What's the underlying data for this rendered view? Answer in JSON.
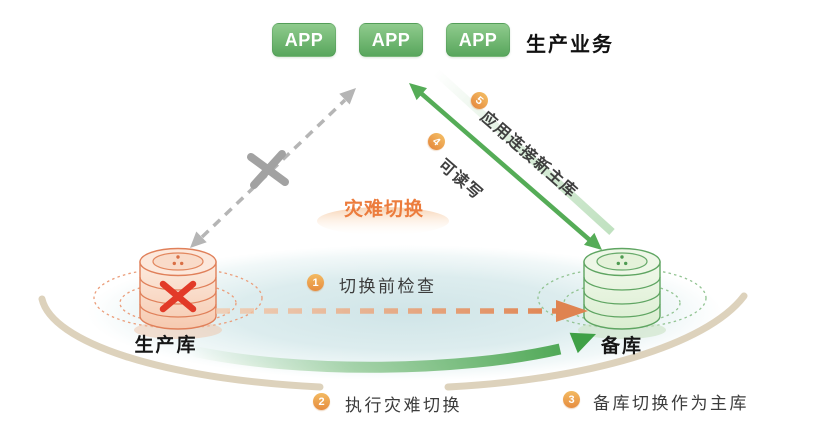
{
  "diagram": {
    "center_title": "灾难切换",
    "apps": [
      {
        "label": "APP"
      },
      {
        "label": "APP"
      },
      {
        "label": "APP"
      }
    ],
    "business_label": "生产业务",
    "databases": {
      "production": {
        "label": "生产库"
      },
      "standby": {
        "label": "备库"
      }
    },
    "steps": [
      {
        "num": "1",
        "label": "切换前检查"
      },
      {
        "num": "2",
        "label": "执行灾难切换"
      },
      {
        "num": "3",
        "label": "备库切换作为主库"
      },
      {
        "num": "4",
        "label": "可读写"
      },
      {
        "num": "5",
        "label": "应用连接新主库"
      }
    ],
    "icons": {
      "blocked_connection_x": "×",
      "database_failure_x": "×"
    },
    "colors": {
      "accent_orange": "#ec7c3d",
      "badge_orange": "#e68c3f",
      "text_dark": "#3c3c3c",
      "app_green": "#6db26e",
      "arrow_green": "#55ac57",
      "arrow_orange": "#e58c5d",
      "grey_arrow": "#b5b5b5",
      "ring_beige": "#ddd2bc",
      "platform_teal": "#d2e7e9",
      "production_db_stroke": "#e0805a",
      "standby_db_stroke": "#5fa562"
    }
  }
}
